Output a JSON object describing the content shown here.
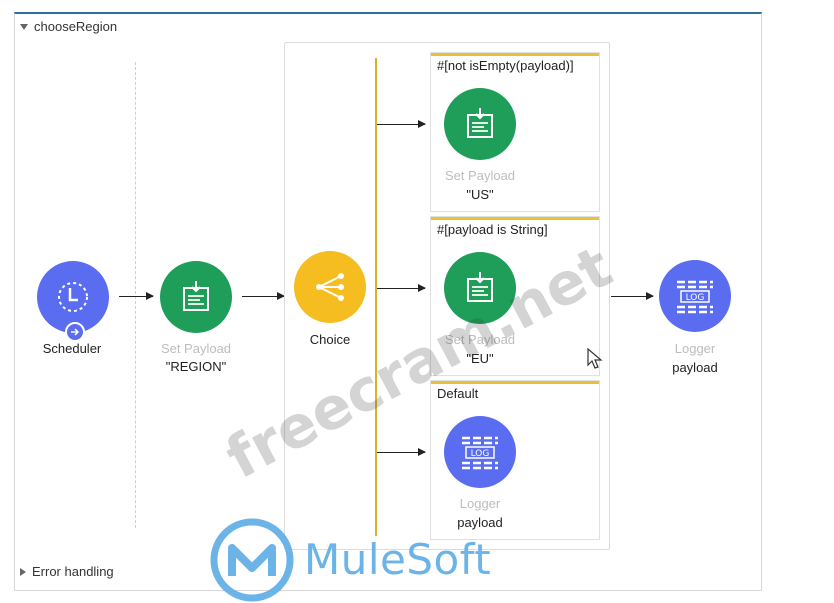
{
  "flow": {
    "name": "chooseRegion",
    "error_section": "Error handling"
  },
  "scheduler": {
    "label": "Scheduler",
    "icon": "clock-icon"
  },
  "set_payload_region": {
    "title": "Set Payload",
    "value": "\"REGION\""
  },
  "choice": {
    "label": "Choice"
  },
  "routes": [
    {
      "condition": "#[not isEmpty(payload)]",
      "title": "Set Payload",
      "value": "\"US\""
    },
    {
      "condition": "#[payload is String]",
      "title": "Set Payload",
      "value": "\"EU\""
    },
    {
      "condition": "Default",
      "title": "Logger",
      "value": "payload"
    }
  ],
  "logger_main": {
    "title": "Logger",
    "value": "payload"
  },
  "watermark": {
    "text": "freecram.net"
  },
  "brand": {
    "name": "MuleSoft"
  },
  "colors": {
    "green": "#1f9e5a",
    "blue": "#5a6cf0",
    "yellow": "#f5bd1f",
    "route_accent": "#e8c13a",
    "brand": "#6cb4e8"
  }
}
